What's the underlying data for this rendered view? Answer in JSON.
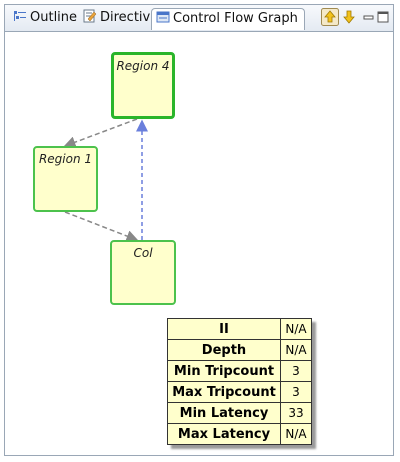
{
  "tabs": [
    {
      "label": "Outline",
      "icon": "outline-icon",
      "active": false
    },
    {
      "label": "Directive",
      "icon": "directive-icon",
      "active": false
    },
    {
      "label": "Control Flow Graph",
      "icon": "graph-view-icon",
      "active": true
    }
  ],
  "toolbar": {
    "up_icon": "arrow-up-icon",
    "down_icon": "arrow-down-icon",
    "minimize_icon": "minimize-icon",
    "maximize_icon": "maximize-icon"
  },
  "graph": {
    "nodes": [
      {
        "id": "region4",
        "label": "Region 4"
      },
      {
        "id": "region1",
        "label": "Region 1"
      },
      {
        "id": "col",
        "label": "Col"
      }
    ]
  },
  "properties": [
    {
      "key": "II",
      "value": "N/A"
    },
    {
      "key": "Depth",
      "value": "N/A"
    },
    {
      "key": "Min Tripcount",
      "value": "3"
    },
    {
      "key": "Max Tripcount",
      "value": "3"
    },
    {
      "key": "Min Latency",
      "value": "33"
    },
    {
      "key": "Max Latency",
      "value": "N/A"
    }
  ],
  "colors": {
    "node_fill": "#ffffcc",
    "node_border": "#4cc24c",
    "edge_gray": "#888888",
    "edge_blue": "#6a7fdc"
  }
}
